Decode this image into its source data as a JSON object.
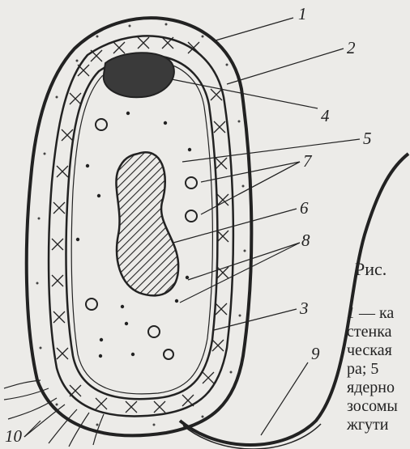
{
  "figure": {
    "caption_start": "Рис.",
    "legend_lines": [
      {
        "num": "1",
        "text": " — ка"
      },
      {
        "num": "",
        "text": "стенка"
      },
      {
        "num": "",
        "text": "ческая"
      },
      {
        "num": "",
        "text": "ра; 5"
      },
      {
        "num": "",
        "text": "ядерно"
      },
      {
        "num": "",
        "text": "зосомы"
      },
      {
        "num": "",
        "text": "жгути"
      }
    ]
  },
  "labels": [
    "1",
    "2",
    "3",
    "4",
    "5",
    "6",
    "7",
    "8",
    "9",
    "10"
  ],
  "colors": {
    "ink": "#222222",
    "paper": "#ecebe8",
    "nucleus_fill": "#3a3a3a"
  }
}
